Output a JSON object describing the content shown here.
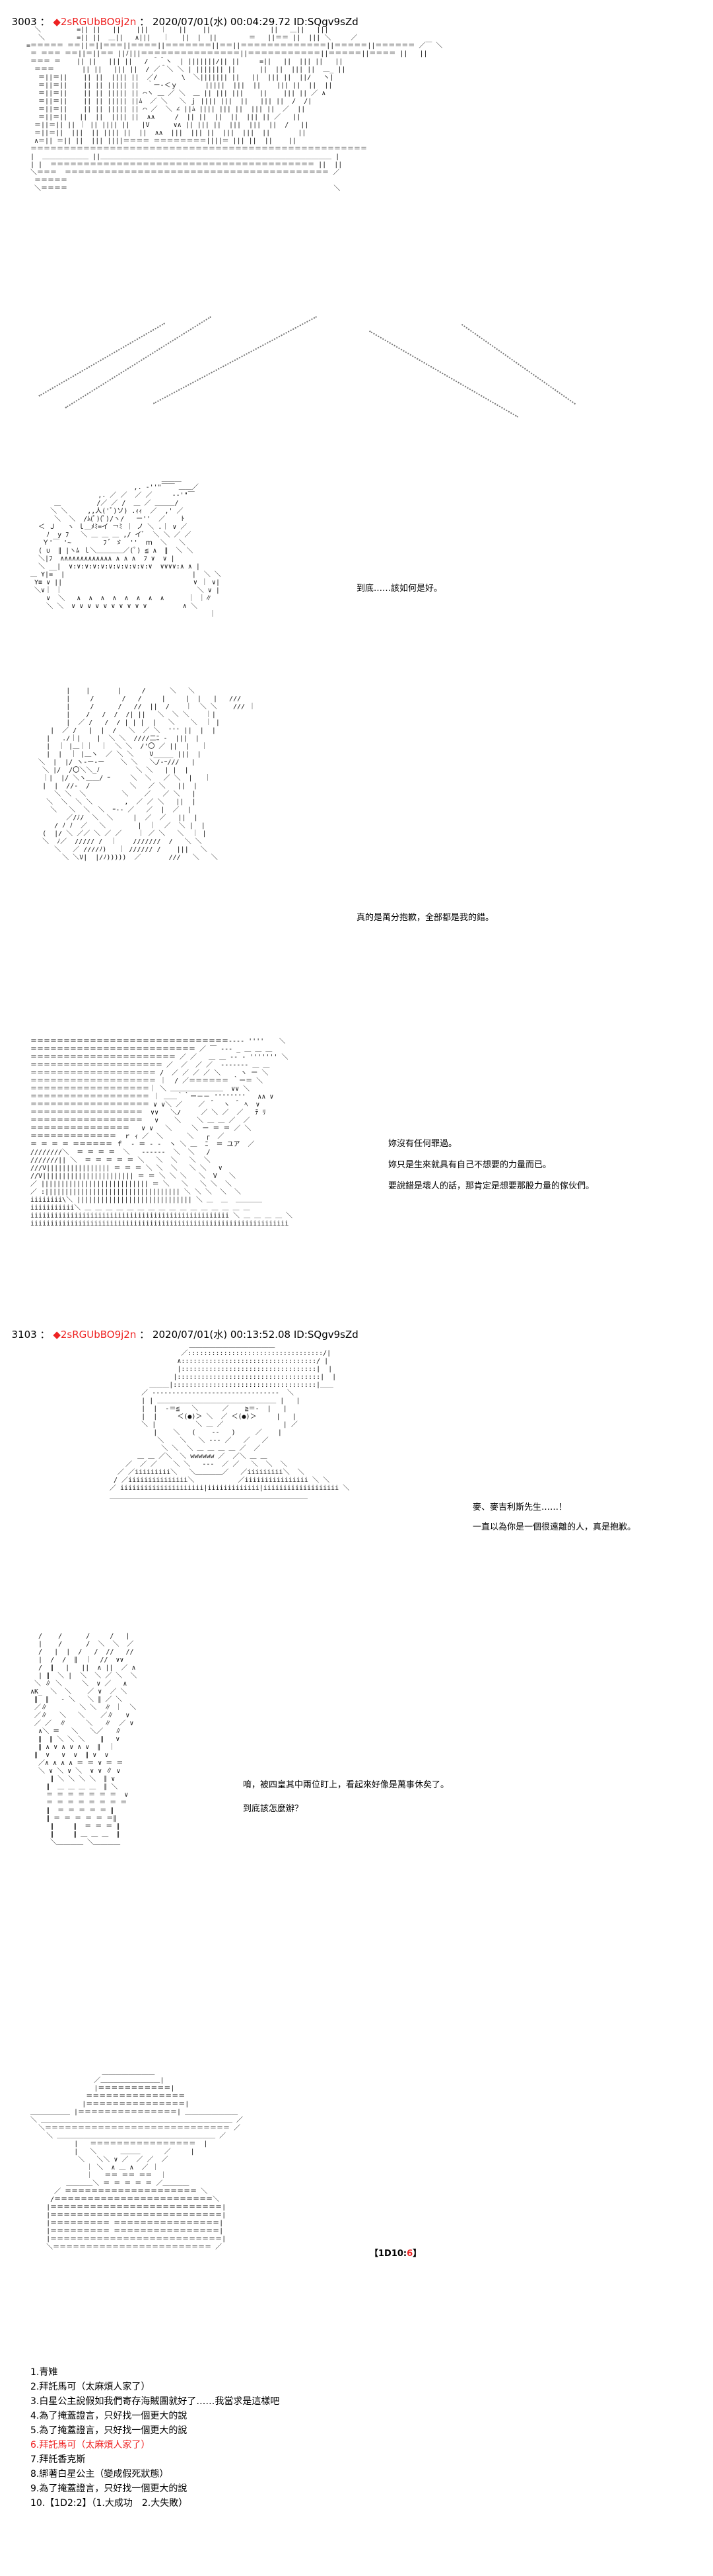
{
  "posts": [
    {
      "number": "3003",
      "sep": "：",
      "name": "◆2sRGUbBO9j2n",
      "sep2": "：",
      "datetime": "2020/07/01(水) 00:04:29.72 ID:SQgv9sZd"
    },
    {
      "number": "3103",
      "sep": "：",
      "name": "◆2sRGUbBO9j2n",
      "sep2": "：",
      "datetime": "2020/07/01(水) 00:13:52.08 ID:SQgv9sZd"
    }
  ],
  "dialogue": {
    "p1_a": "到底……該如何是好。",
    "p1_b": "真的是萬分抱歉，全部都是我的錯。",
    "p1_c1": "妳沒有任何罪過。",
    "p1_c2": "妳只是生來就具有自己不想要的力量而已。",
    "p1_c3": "要說錯是壞人的話，那肯定是想要那股力量的傢伙們。",
    "p2_a1": "麥、麥吉利斯先生……！",
    "p2_a2": "一直以為你是一個很遠離的人，真是抱歉。",
    "p2_b1": "唷，被四皇其中兩位盯上，看起來好像是萬事休矣了。",
    "p2_b2": "到底該怎麼辦？"
  },
  "dice": {
    "label": "【1D10:",
    "value": "6",
    "close": "】"
  },
  "options": [
    {
      "text": "1.青雉",
      "red": false
    },
    {
      "text": "2.拜託馬可（太麻煩人家了）",
      "red": false
    },
    {
      "text": "3.白星公主說假如我們寄存海賊團就好了……我當求是這樣吧",
      "red": false
    },
    {
      "text": "4.為了掩蓋證言，只好找一個更大的說",
      "red": false
    },
    {
      "text": "5.為了掩蓋證言，只好找一個更大的說",
      "red": false
    },
    {
      "text": "6.拜託馬可（太麻煩人家了）",
      "red": true
    },
    {
      "text": "7.拜託香克斯",
      "red": false
    },
    {
      "text": "8.綁著白星公主（變成假死狀態）",
      "red": false
    },
    {
      "text": "9.為了掩蓋證言，只好找一個更大的說",
      "red": false
    },
    {
      "text": "10.【1D2:2】（1.大成功　2.大失敗）",
      "red": false
    }
  ]
}
